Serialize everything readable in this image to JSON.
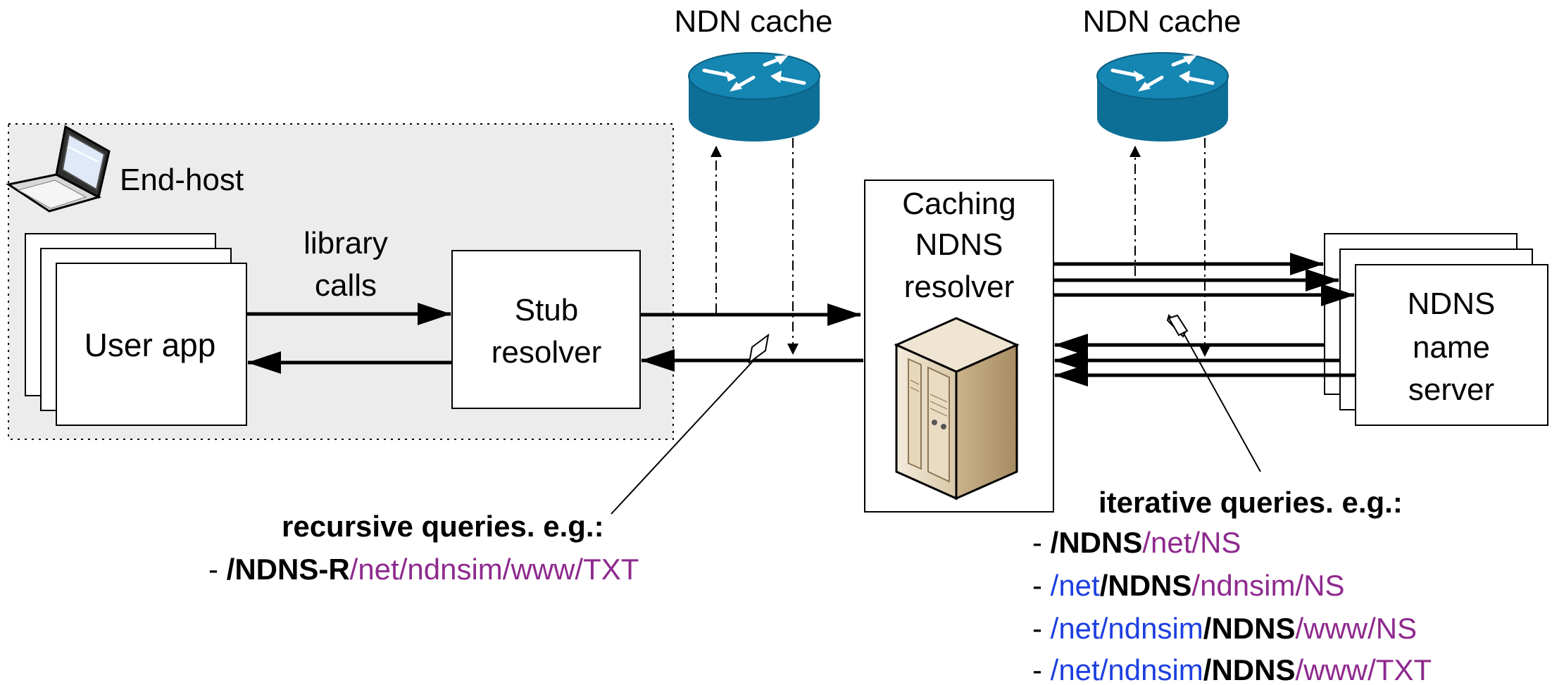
{
  "labels": {
    "ndn_cache_1": "NDN cache",
    "ndn_cache_2": "NDN cache",
    "end_host": "End-host",
    "library_calls_line1": "library",
    "library_calls_line2": "calls",
    "user_app": "User app",
    "stub_line1": "Stub",
    "stub_line2": "resolver",
    "caching_line1": "Caching",
    "caching_line2": "NDNS",
    "caching_line3": "resolver",
    "ns_line1": "NDNS",
    "ns_line2": "name",
    "ns_line3": "server"
  },
  "recursive": {
    "title": "recursive queries. e.g.:",
    "example": {
      "dash": "- ",
      "bold": "/NDNS-R",
      "rest": "/net/ndnsim/www/TXT"
    }
  },
  "iterative": {
    "title": "iterative queries. e.g.:",
    "ex1": {
      "dash": "- ",
      "bold": "/NDNS",
      "purple": "/net/NS"
    },
    "ex2": {
      "dash": "- ",
      "blue": "/net",
      "bold": "/NDNS",
      "purple": "/ndnsim/NS"
    },
    "ex3": {
      "dash": "- ",
      "blue": "/net/ndnsim",
      "bold": "/NDNS",
      "purple": "/www/NS"
    },
    "ex4": {
      "dash": "- ",
      "blue": "/net/ndnsim",
      "bold": "/NDNS",
      "purple": "/www/TXT"
    }
  },
  "colors": {
    "purple": "#8e2a8e",
    "blue": "#1d3fe0",
    "router": "#0d6f96",
    "router_top": "#1585b2",
    "endhost_bg": "#ececec"
  },
  "icons": [
    "laptop-icon",
    "router-icon",
    "server-icon"
  ]
}
